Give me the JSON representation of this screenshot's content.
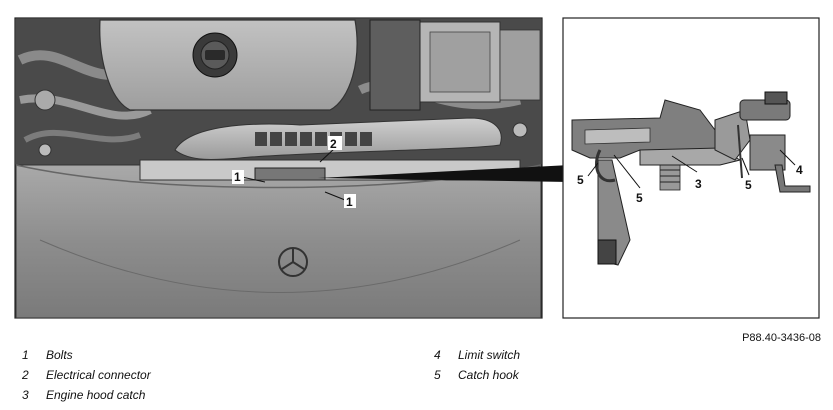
{
  "figure_code": "P88.40-3436-08",
  "callouts": {
    "main": [
      "1",
      "2",
      "1"
    ],
    "detail": [
      "5",
      "5",
      "3",
      "5",
      "4"
    ]
  },
  "legend": [
    {
      "number": "1",
      "label": "Bolts"
    },
    {
      "number": "2",
      "label": "Electrical connector"
    },
    {
      "number": "3",
      "label": "Engine hood catch"
    },
    {
      "number": "4",
      "label": "Limit switch"
    },
    {
      "number": "5",
      "label": "Catch hook"
    }
  ],
  "emblem": "mercedes-star-icon"
}
